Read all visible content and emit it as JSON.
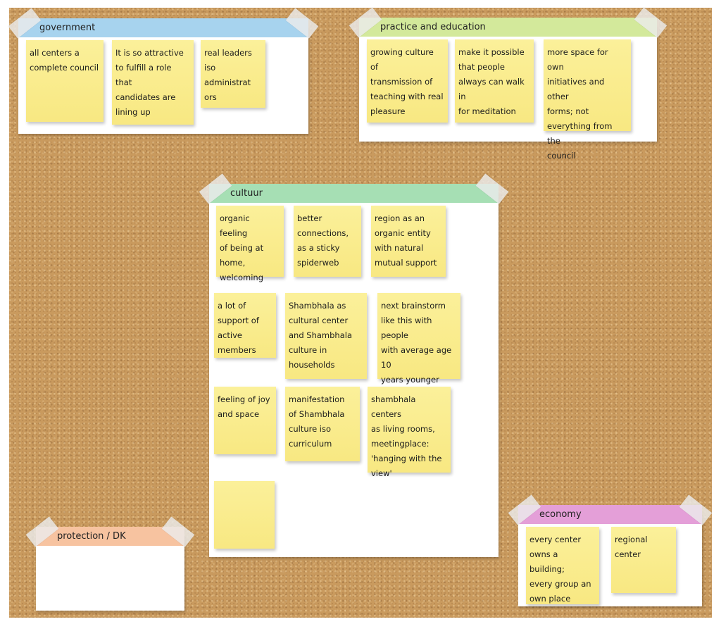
{
  "board": {
    "groups": [
      {
        "title": "government",
        "color": "#a7d3ee",
        "notes": [
          "all centers a\ncomplete council",
          "It is so attractive\nto fulfill a role that\ncandidates are\nlining up",
          "real leaders\niso\nadministrat\nors"
        ]
      },
      {
        "title": "practice and education",
        "color": "#d3e99b",
        "notes": [
          "growing culture of\ntransmission of\nteaching with real\npleasure",
          "make it possible\nthat people\nalways can walk in\nfor meditation",
          "more space for own\ninitiatives and other\nforms; not\neverything from the\ncouncil"
        ]
      },
      {
        "title": "cultuur",
        "color": "#a6dfb4",
        "notes": [
          "organic feeling\nof being at\nhome,\nwelcoming",
          "better\nconnections,\nas a sticky\nspiderweb",
          "region as an\norganic entity\nwith  natural\nmutual support",
          "a lot of\nsupport of\nactive\nmembers",
          "Shambhala as\ncultural center\nand Shambhala\nculture in\nhouseholds",
          "next brainstorm\nlike this with people\nwith average age 10\nyears younger",
          "feeling of joy\nand space",
          "manifestation\nof Shambhala\nculture iso\ncurriculum",
          "shambhala centers\nas living rooms,\nmeetingplace:\n'hanging with the\nview'",
          ""
        ]
      },
      {
        "title": "protection / DK",
        "color": "#f7c3a0",
        "notes": []
      },
      {
        "title": "economy",
        "color": "#e49fd8",
        "notes": [
          "every center\nowns a building;\nevery group an\nown place",
          "regional center"
        ]
      }
    ]
  }
}
